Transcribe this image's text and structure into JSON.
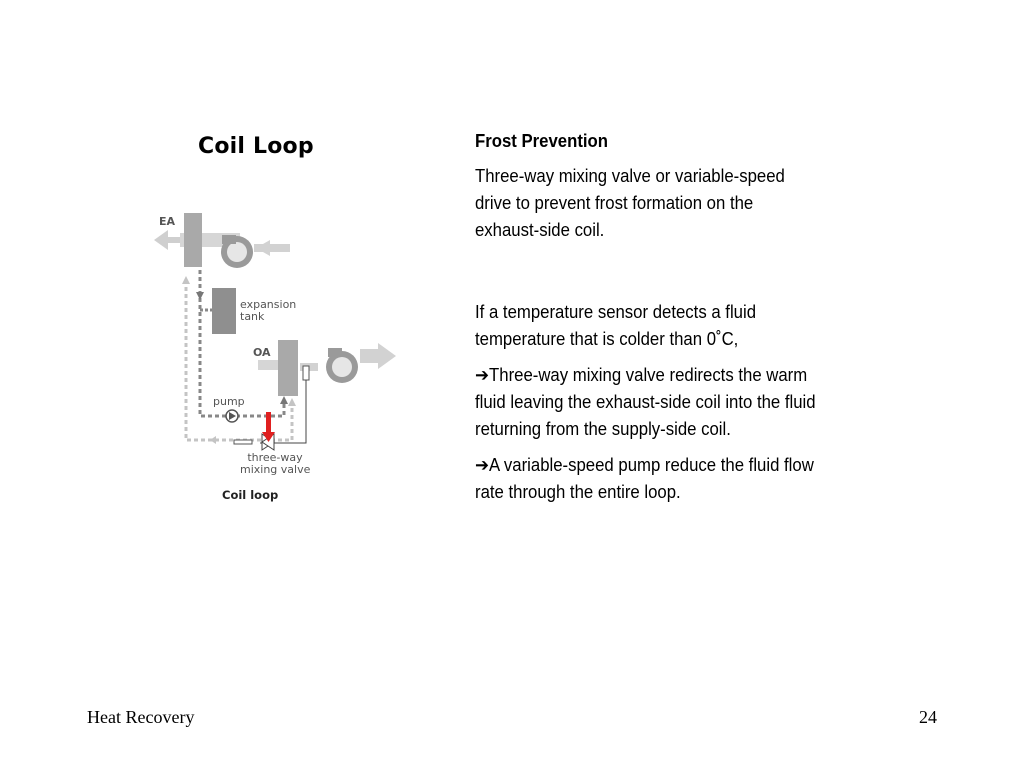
{
  "left_title": "Coil Loop",
  "diagram": {
    "labels": {
      "ea": "EA",
      "oa": "OA",
      "expansion_line1": "expansion",
      "expansion_line2": "tank",
      "pump": "pump",
      "valve_line1": "three-way",
      "valve_line2": "mixing valve",
      "caption": "Coil loop"
    },
    "colors": {
      "duct_gray": "#c8c8c8",
      "coil_gray": "#a9a9a9",
      "pipe_gray": "#8a8a8a",
      "fluid_return": "#bcbcbc",
      "valve_red": "#e02020"
    }
  },
  "right": {
    "heading": "Frost Prevention",
    "para1": "Three-way mixing valve or variable-speed drive to prevent frost formation on the exhaust-side coil.",
    "para2": "If a temperature sensor detects a fluid temperature that is colder than 0˚C,",
    "arrow_glyph": "➔",
    "para3": "Three-way mixing valve redirects the warm fluid leaving the exhaust-side coil into the fluid returning from the supply-side coil.",
    "para4": "A variable-speed pump reduce the fluid flow rate through the entire loop."
  },
  "footer": {
    "left": "Heat Recovery",
    "page_number": "24"
  }
}
